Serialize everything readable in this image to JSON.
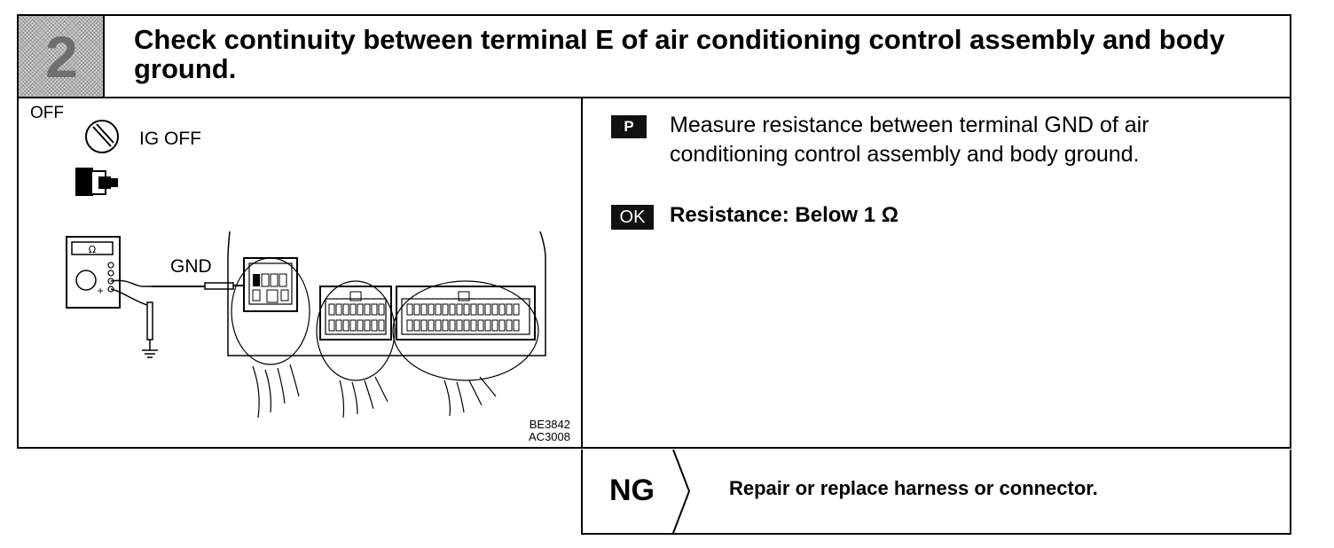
{
  "step": {
    "number": "2",
    "title": "Check continuity between terminal E of air conditioning control assembly and body ground."
  },
  "illustration": {
    "label_off": "OFF",
    "label_ig_off": "IG OFF",
    "label_gnd": "GND",
    "meter_symbol": "Ω",
    "codes": [
      "BE3842",
      "AC3008"
    ]
  },
  "procedure": {
    "badge_p": "P",
    "instruction": "Measure resistance between terminal GND of air conditioning control assembly and body ground.",
    "badge_ok": "OK",
    "result": "Resistance: Below 1 Ω"
  },
  "ng": {
    "label": "NG",
    "action": "Repair or replace harness or connector."
  }
}
